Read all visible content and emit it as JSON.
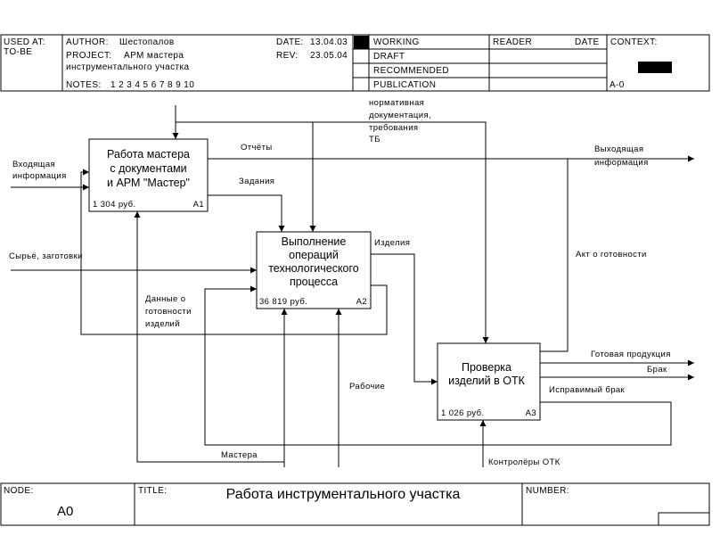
{
  "header": {
    "used_at_label": "USED AT:",
    "used_at_value": "TO-BE",
    "author_label": "AUTHOR:",
    "author_value": "Шестопалов",
    "project_label": "PROJECT:",
    "project_value_line1": "АРМ мастера",
    "project_value_line2": "инструментального участка",
    "notes_label": "NOTES:",
    "notes_value": "1 2 3 4 5 6 7 8 9 10",
    "date_label": "DATE:",
    "date_value": "13.04.03",
    "rev_label": "REV:",
    "rev_value": "23.05.04",
    "status": [
      "WORKING",
      "DRAFT",
      "RECOMMENDED",
      "PUBLICATION"
    ],
    "reader_label": "READER",
    "reader_date_label": "DATE",
    "context_label": "CONTEXT:",
    "context_node": "A-0"
  },
  "boxes": [
    {
      "line1": "Работа мастера",
      "line2": "с документами",
      "line3": "и  АРМ \"Мастер\"",
      "cost": "1 304 руб.",
      "id": "A1"
    },
    {
      "line1": "Выполнение",
      "line2": "операций",
      "line3": "технологического",
      "line4": "процесса",
      "cost": "36 819 руб.",
      "id": "A2"
    },
    {
      "line1": "Проверка",
      "line2": "изделий в ОТК",
      "cost": "1 026 руб.",
      "id": "A3"
    }
  ],
  "arrows": {
    "input_info_1": "Входящая",
    "input_info_2": "информация",
    "raw": "Сырьё, заготовки",
    "normdoc_1": "нормативная",
    "normdoc_2": "документация,",
    "normdoc_3": "требования",
    "normdoc_4": "ТБ",
    "reports": "Отчёты",
    "tasks": "Задания",
    "output_info_1": "Выходящая",
    "output_info_2": "информация",
    "products": "Изделия",
    "readiness_act": "Акт о готовности",
    "readiness_data_1": "Данные о",
    "readiness_data_2": "готовности",
    "readiness_data_3": "изделий",
    "finished": "Готовая продукция",
    "defect": "Брак",
    "fixable_defect": "Исправимый брак",
    "workers": "Рабочие",
    "masters": "Мастера",
    "controllers": "Контролёры ОТК"
  },
  "footer": {
    "node_label": "NODE:",
    "node_value": "A0",
    "title_label": "TITLE:",
    "title_value": "Работа инструментального участка",
    "number_label": "NUMBER:"
  }
}
